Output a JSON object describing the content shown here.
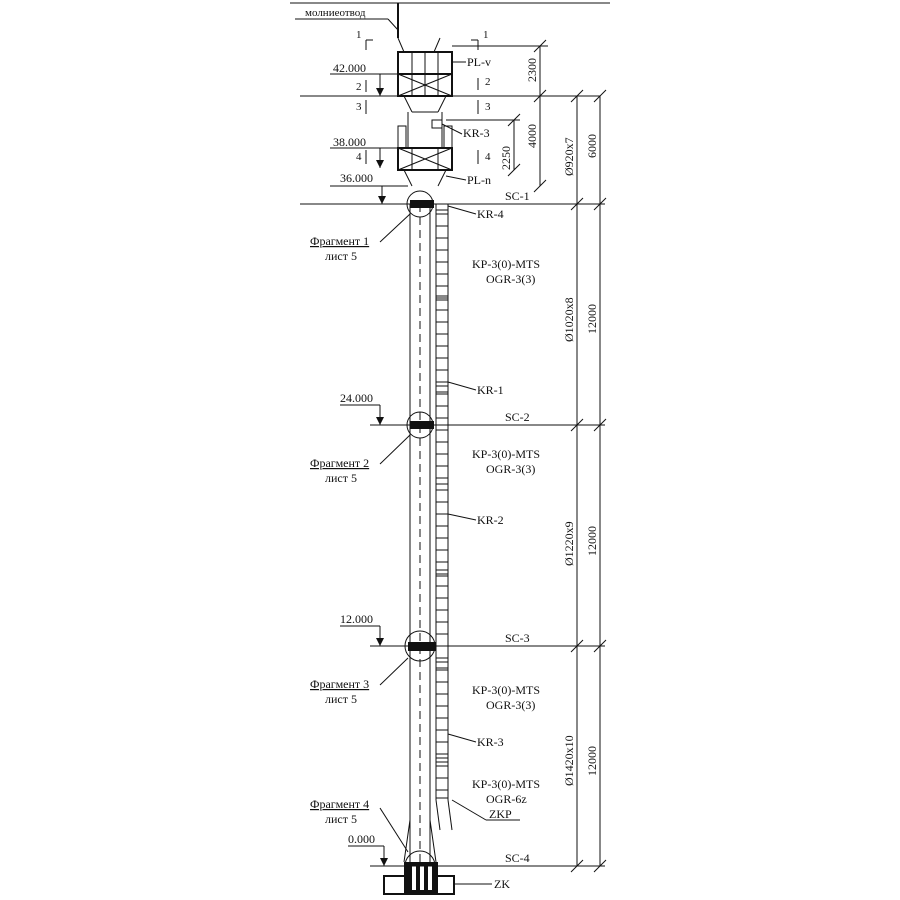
{
  "colors": {
    "line": "#111111",
    "background": "#ffffff"
  },
  "labels": {
    "lightning_rod": "молниеотвод",
    "pl_v": "PL-v",
    "pl_n": "PL-n",
    "kr3_top": "KR-3",
    "kr4": "KR-4",
    "kr1": "KR-1",
    "kr2": "KR-2",
    "kr3_bottom": "KR-3",
    "zkp": "ZKP",
    "zk": "ZK",
    "kp_1": "KP-3(0)-MTS",
    "ogr_1": "OGR-3(3)",
    "kp_2": "KP-3(0)-MTS",
    "ogr_2": "OGR-3(3)",
    "kp_3": "KP-3(0)-MTS",
    "ogr_3": "OGR-3(3)",
    "kp_4": "KP-3(0)-MTS",
    "ogr_4": "OGR-6z"
  },
  "sections": {
    "sc1": "SC-1",
    "sc2": "SC-2",
    "sc3": "SC-3",
    "sc4": "SC-4"
  },
  "elevations": {
    "e42": "42.000",
    "e38": "38.000",
    "e36": "36.000",
    "e24": "24.000",
    "e12": "12.000",
    "e0": "0.000"
  },
  "cut_marks": {
    "c1l": "1",
    "c1r": "1",
    "c2l": "2",
    "c2r": "2",
    "c3l": "3",
    "c3r": "3",
    "c4l": "4",
    "c4r": "4"
  },
  "fragments": {
    "f1_title": "Фрагмент 1",
    "f1_sheet": "лист 5",
    "f2_title": "Фрагмент 2",
    "f2_sheet": "лист 5",
    "f3_title": "Фрагмент 3",
    "f3_sheet": "лист 5",
    "f4_title": "Фрагмент 4",
    "f4_sheet": "лист 5"
  },
  "dimensions": {
    "d2300": "2300",
    "d4000": "4000",
    "d2250": "2250",
    "d6000": "6000",
    "pipe1": "Ø920x7",
    "d12000a": "12000",
    "pipe2": "Ø1020x8",
    "d12000b": "12000",
    "pipe3": "Ø1220x9",
    "d12000c": "12000",
    "pipe4": "Ø1420x10"
  }
}
